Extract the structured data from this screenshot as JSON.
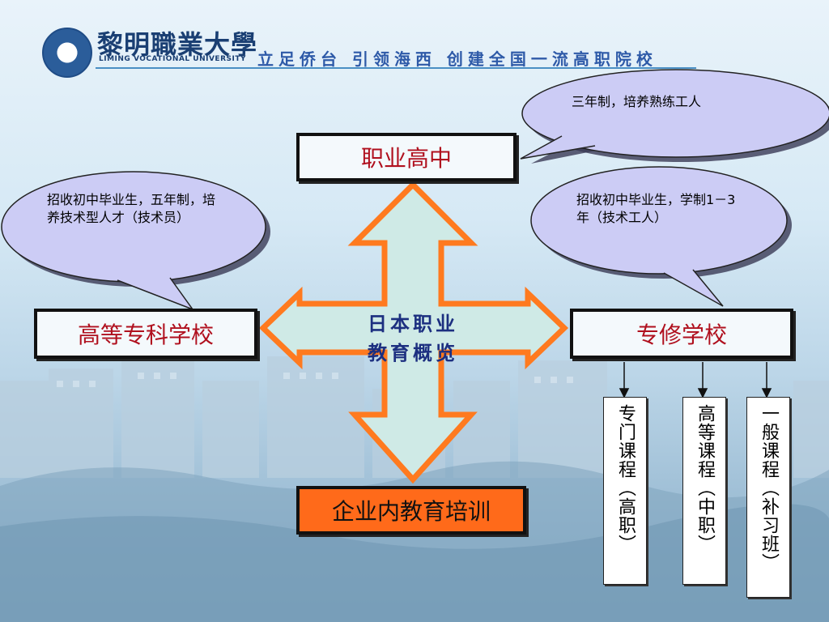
{
  "header": {
    "logo_name": "黎明職業大學",
    "logo_en": "LIMING VOCATIONAL UNIVERSITY",
    "slogan": "立足侨台 引领海西 创建全国一流高职院校"
  },
  "center": {
    "line1": "日本职业",
    "line2": "教育概览"
  },
  "nodes": {
    "top": "职业高中",
    "left": "高等专科学校",
    "right": "专修学校",
    "bottom": "企业内教育培训"
  },
  "callouts": {
    "top_right": "三年制，培养熟练工人",
    "left": "招收初中毕业生，五年制，培养技术型人才（技术员）",
    "right": "招收初中毕业生，学制1－3年（技术工人）"
  },
  "sub_courses": [
    "专门课程（高职）",
    "高等课程（中职）",
    "一般课程（补习班）"
  ],
  "colors": {
    "arrow_stroke": "#ff7a1f",
    "arrow_fill": "#cfeae6",
    "callout_fill": "#ccccf5",
    "node_text_red": "#b0101e",
    "bottom_fill": "#ff6a1a"
  }
}
